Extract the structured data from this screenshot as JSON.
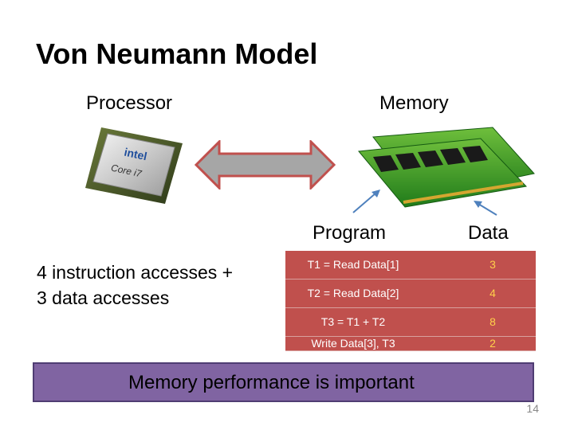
{
  "slide": {
    "title": "Von Neumann Model",
    "processor_label": "Processor",
    "memory_label": "Memory",
    "program_label": "Program",
    "data_label": "Data",
    "accesses_line1": "4 instruction accesses +",
    "accesses_line2": "3 data accesses",
    "chip_text1": "intel",
    "chip_text2": "Core i7",
    "table": [
      {
        "instruction": "T1 = Read Data[1]",
        "value": "3"
      },
      {
        "instruction": "T2 = Read Data[2]",
        "value": "4"
      },
      {
        "instruction": "T3 = T1 + T2",
        "value": "8"
      },
      {
        "instruction": "Write Data[3], T3",
        "value": "2"
      }
    ],
    "banner": "Memory performance is important",
    "page_number": "14"
  },
  "colors": {
    "table_bg": "#c0504d",
    "table_value": "#ffd04a",
    "banner_bg": "#8064a2",
    "arrow_fill": "#a6a6a6",
    "arrow_stroke": "#c0504d",
    "pointer_arrow": "#4f81bd"
  },
  "icons": [
    "processor-chip-icon",
    "memory-module-icon",
    "bidirectional-arrow-icon"
  ]
}
